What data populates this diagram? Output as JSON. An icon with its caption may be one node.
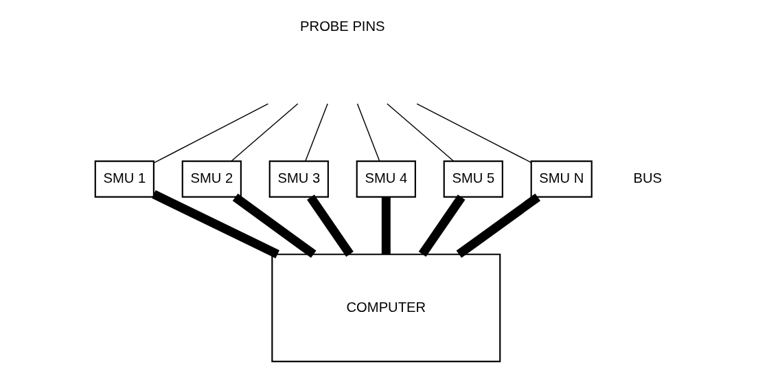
{
  "diagram": {
    "nodes": [
      {
        "text": [
          "SMU 1"
        ]
      },
      {
        "text": [
          "SMU 2"
        ]
      },
      {
        "text": [
          "SMU 3"
        ]
      },
      {
        "text": [
          "SMU 4"
        ]
      },
      {
        "text": [
          "SMU 5"
        ]
      },
      {
        "text": [
          "SMU N"
        ]
      },
      {
        "text": [
          "COMPUTER"
        ]
      }
    ],
    "edges": [
      {
        "from": null,
        "to": 0,
        "arrow": "none"
      },
      {
        "from": null,
        "to": 1,
        "arrow": "none"
      },
      {
        "from": null,
        "to": 2,
        "arrow": "none"
      },
      {
        "from": null,
        "to": 3,
        "arrow": "none"
      },
      {
        "from": null,
        "to": 4,
        "arrow": "none"
      },
      {
        "from": null,
        "to": 5,
        "arrow": "none"
      },
      {
        "from": 0,
        "to": 6,
        "arrow": "none",
        "style": "thick"
      },
      {
        "from": 1,
        "to": 6,
        "arrow": "none",
        "style": "thick"
      },
      {
        "from": 2,
        "to": 6,
        "arrow": "none",
        "style": "thick"
      },
      {
        "from": 3,
        "to": 6,
        "arrow": "none",
        "style": "thick"
      },
      {
        "from": 4,
        "to": 6,
        "arrow": "none",
        "style": "thick"
      },
      {
        "from": 5,
        "to": 6,
        "arrow": "none",
        "style": "thick"
      }
    ],
    "labels": [
      "PROBE PINS",
      "BUS"
    ]
  }
}
